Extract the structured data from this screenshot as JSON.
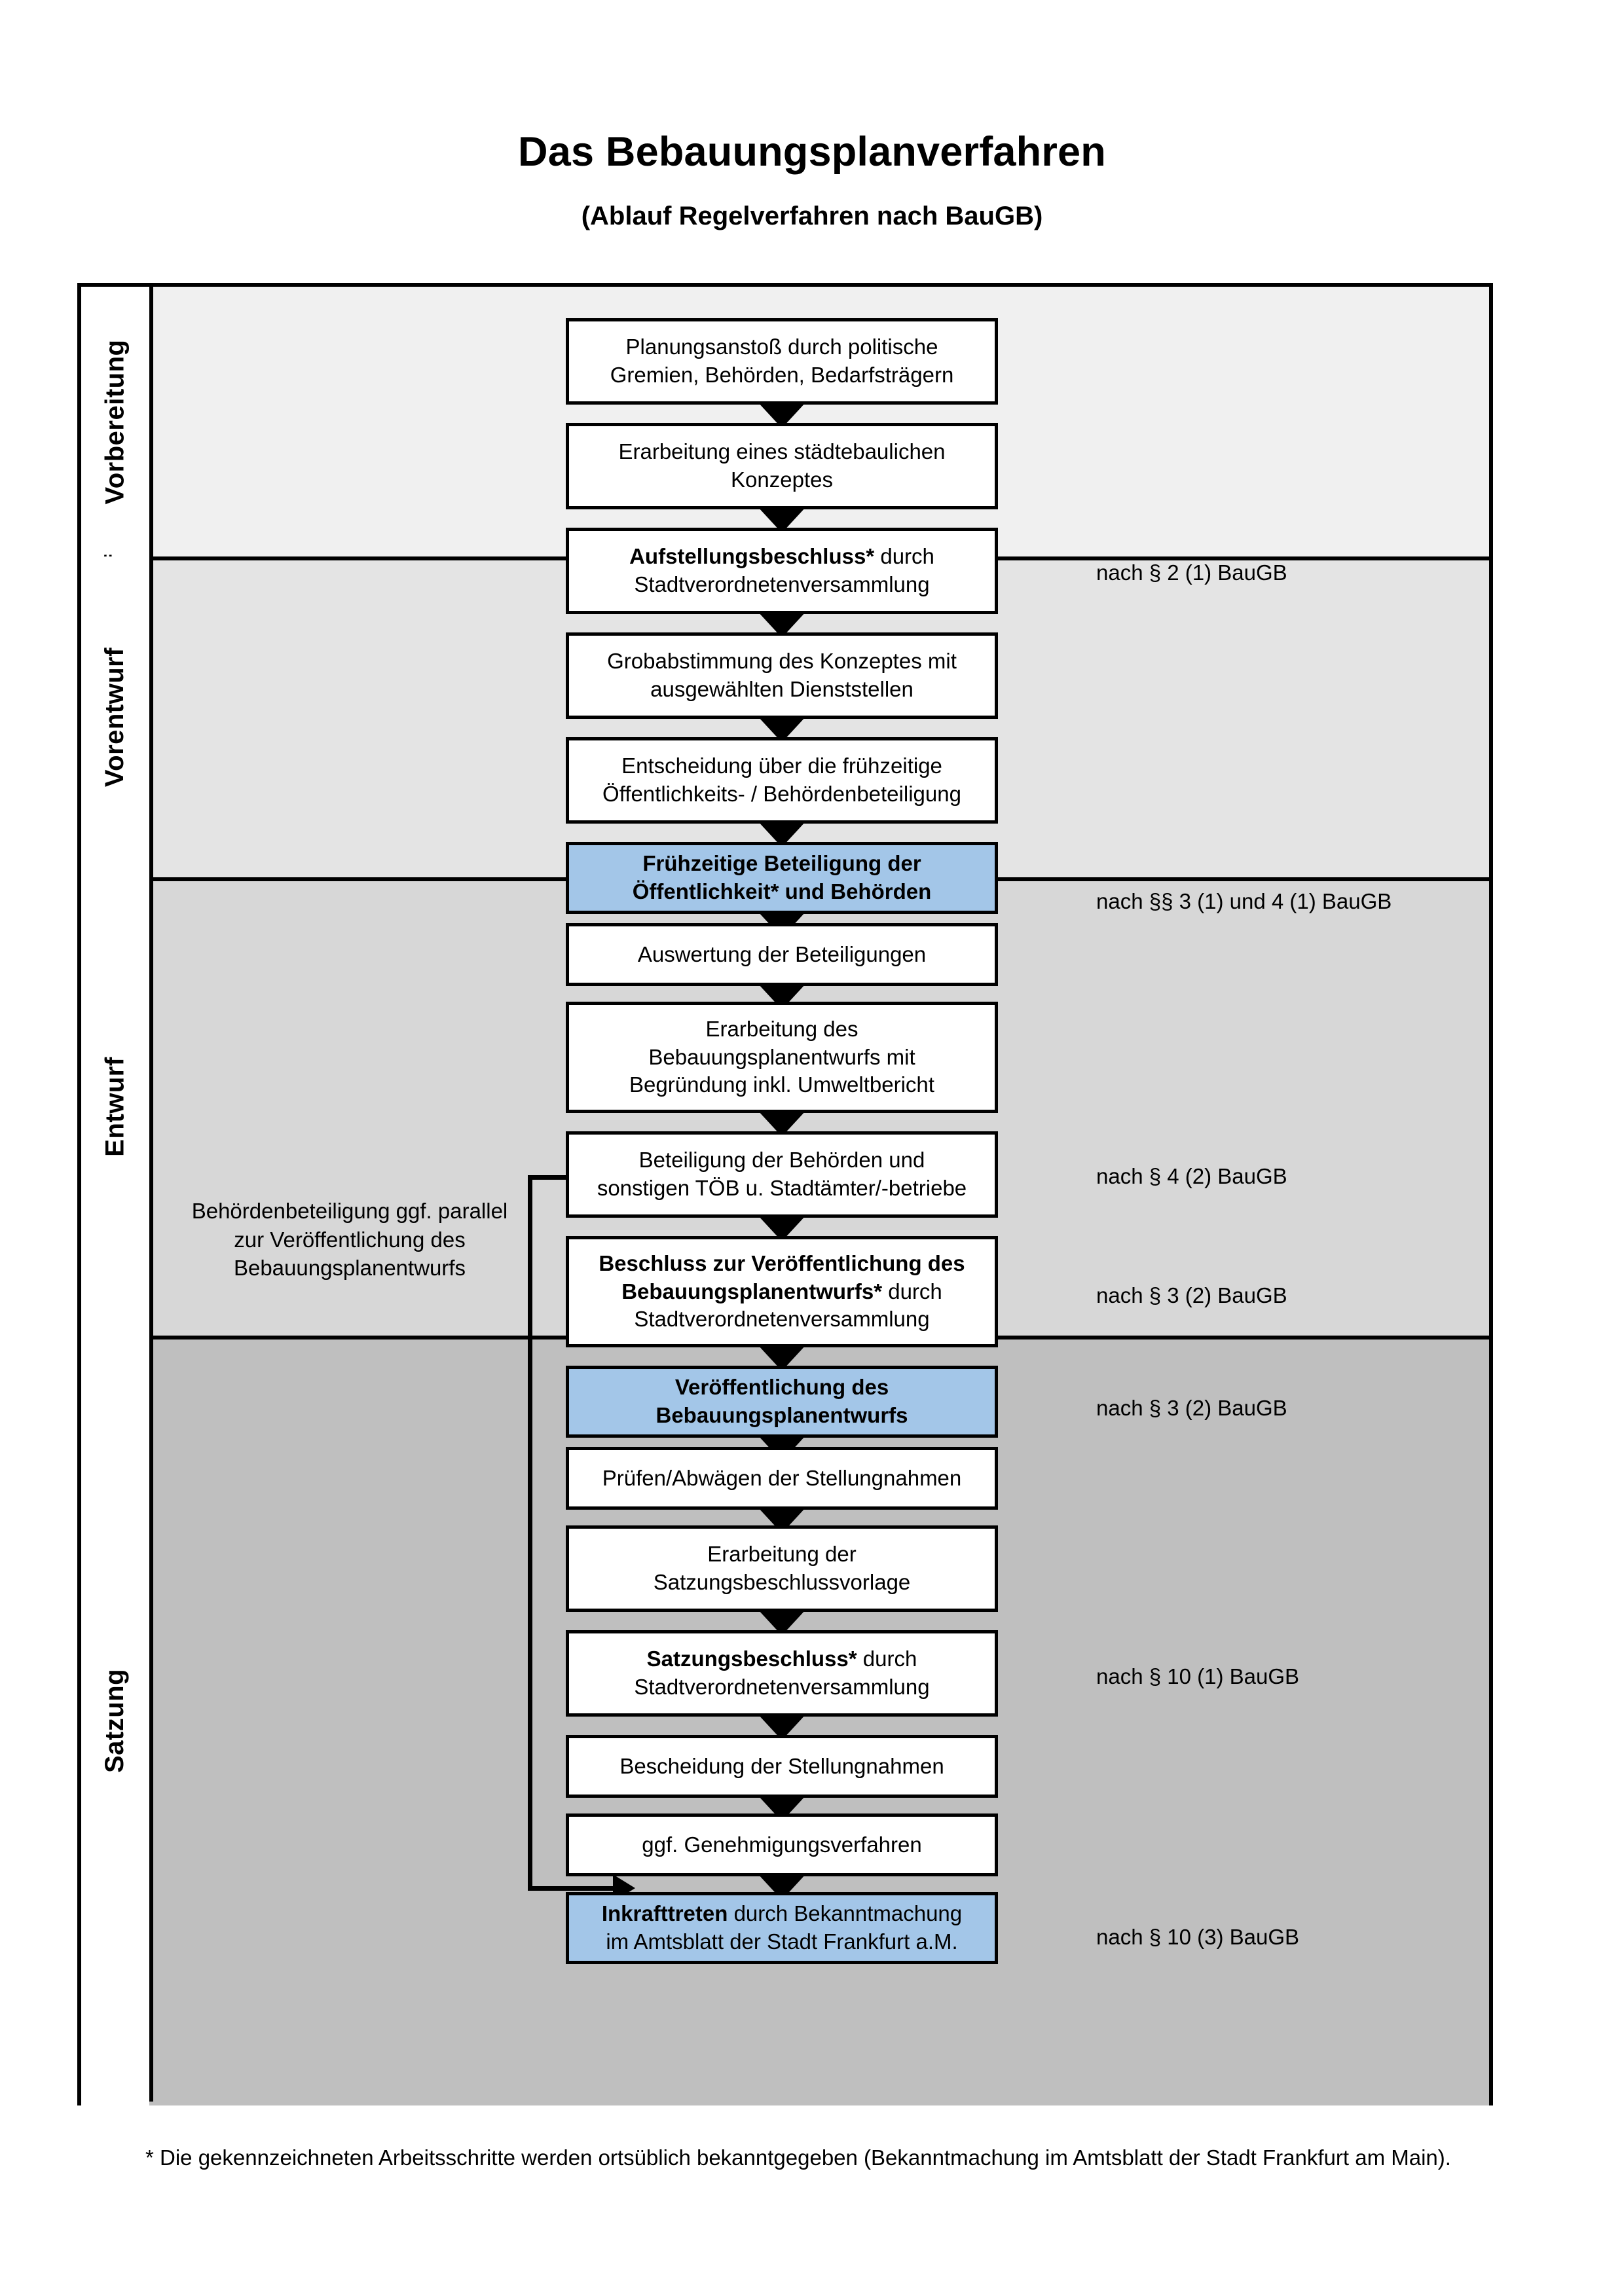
{
  "header": {
    "title": "Das Bebauungsplanverfahren",
    "subtitle": "(Ablauf Regelverfahren nach BauGB)"
  },
  "colors": {
    "highlight_blue": "#a3c6e8",
    "phase_1_bg": "#f0f0f0",
    "phase_2_bg": "#e4e4e4",
    "phase_3_bg": "#d7d7d7",
    "phase_4_bg": "#bfbfbf",
    "outline": "#000000"
  },
  "phases": [
    {
      "id": "vorbereitung",
      "label": "Vorbereitung"
    },
    {
      "id": "vorentwurf",
      "label": "Vorentwurf"
    },
    {
      "id": "entwurf",
      "label": "Entwurf"
    },
    {
      "id": "satzung",
      "label": "Satzung"
    }
  ],
  "steps": [
    {
      "id": "planungsanstoss",
      "phase": "vorbereitung",
      "highlight": false,
      "lines": [
        {
          "text": "Planungsanstoß durch politische",
          "bold": false
        },
        {
          "text": "Gremien, Behörden, Bedarfsträgern",
          "bold": false
        }
      ]
    },
    {
      "id": "staedtebauliches-konzept",
      "phase": "vorbereitung",
      "highlight": false,
      "lines": [
        {
          "text": "Erarbeitung eines städtebaulichen",
          "bold": false
        },
        {
          "text": "Konzeptes",
          "bold": false
        }
      ]
    },
    {
      "id": "aufstellungsbeschluss",
      "phase": "vorbereitung",
      "highlight": false,
      "lines": [
        {
          "text": "Aufstellungsbeschluss*",
          "bold": true,
          "suffix": " durch"
        },
        {
          "text": "Stadtverordnetenversammlung",
          "bold": false
        }
      ]
    },
    {
      "id": "grobabstimmung",
      "phase": "vorentwurf",
      "highlight": false,
      "lines": [
        {
          "text": "Grobabstimmung des Konzeptes mit",
          "bold": false
        },
        {
          "text": "ausgewählten Dienststellen",
          "bold": false
        }
      ]
    },
    {
      "id": "entscheidung-fruehzeitige",
      "phase": "vorentwurf",
      "highlight": false,
      "lines": [
        {
          "text": "Entscheidung über die frühzeitige",
          "bold": false
        },
        {
          "text": "Öffentlichkeits- / Behördenbeteiligung",
          "bold": false
        }
      ]
    },
    {
      "id": "fruehzeitige-beteiligung",
      "phase": "vorentwurf",
      "highlight": true,
      "lines": [
        {
          "text": "Frühzeitige Beteiligung der",
          "bold": true
        },
        {
          "text": "Öffentlichkeit* und Behörden",
          "bold": true
        }
      ]
    },
    {
      "id": "auswertung",
      "phase": "entwurf",
      "highlight": false,
      "lines": [
        {
          "text": "Auswertung der Beteiligungen",
          "bold": false
        }
      ]
    },
    {
      "id": "erarbeitung-entwurf",
      "phase": "entwurf",
      "highlight": false,
      "lines": [
        {
          "text": "Erarbeitung des",
          "bold": false
        },
        {
          "text": "Bebauungsplanentwurfs mit",
          "bold": false
        },
        {
          "text": "Begründung inkl. Umweltbericht",
          "bold": false
        }
      ]
    },
    {
      "id": "beteiligung-behoerden",
      "phase": "entwurf",
      "highlight": false,
      "lines": [
        {
          "text": "Beteiligung der Behörden und",
          "bold": false
        },
        {
          "text": "sonstigen TÖB u. Stadtämter/-betriebe",
          "bold": false
        }
      ]
    },
    {
      "id": "beschluss-veroeffentlichung",
      "phase": "entwurf",
      "highlight": false,
      "lines": [
        {
          "text": "Beschluss zur Veröffentlichung des",
          "bold": true
        },
        {
          "text": "Bebauungsplanentwurfs*",
          "bold": true,
          "suffix": " durch"
        },
        {
          "text": "Stadtverordnetenversammlung",
          "bold": false
        }
      ]
    },
    {
      "id": "veroeffentlichung",
      "phase": "entwurf",
      "highlight": true,
      "lines": [
        {
          "text": "Veröffentlichung des",
          "bold": true
        },
        {
          "text": "Bebauungsplanentwurfs",
          "bold": true
        }
      ]
    },
    {
      "id": "pruefen-abwaegen",
      "phase": "satzung",
      "highlight": false,
      "lines": [
        {
          "text": "Prüfen/Abwägen der Stellungnahmen",
          "bold": false
        }
      ]
    },
    {
      "id": "satzungsbeschlussvorlage",
      "phase": "satzung",
      "highlight": false,
      "lines": [
        {
          "text": "Erarbeitung der",
          "bold": false
        },
        {
          "text": "Satzungsbeschlussvorlage",
          "bold": false
        }
      ]
    },
    {
      "id": "satzungsbeschluss",
      "phase": "satzung",
      "highlight": false,
      "lines": [
        {
          "text": "Satzungsbeschluss*",
          "bold": true,
          "suffix": " durch"
        },
        {
          "text": "Stadtverordnetenversammlung",
          "bold": false
        }
      ]
    },
    {
      "id": "bescheidung",
      "phase": "satzung",
      "highlight": false,
      "lines": [
        {
          "text": "Bescheidung der Stellungnahmen",
          "bold": false
        }
      ]
    },
    {
      "id": "genehmigungsverfahren",
      "phase": "satzung",
      "highlight": false,
      "lines": [
        {
          "text": "ggf. Genehmigungsverfahren",
          "bold": false
        }
      ]
    },
    {
      "id": "inkrafttreten",
      "phase": "satzung",
      "highlight": true,
      "lines": [
        {
          "text": "Inkrafttreten",
          "bold": true,
          "suffix": " durch Bekanntmachung"
        },
        {
          "text": "im Amtsblatt der Stadt Frankfurt a.M.",
          "bold": false
        }
      ]
    }
  ],
  "law_references": [
    {
      "id": "ref-par2-1",
      "text": "nach § 2 (1) BauGB"
    },
    {
      "id": "ref-par3-1-4-1",
      "text": "nach §§ 3 (1) und 4 (1) BauGB"
    },
    {
      "id": "ref-par4-2",
      "text": "nach § 4 (2) BauGB"
    },
    {
      "id": "ref-par3-2-a",
      "text": "nach § 3 (2) BauGB"
    },
    {
      "id": "ref-par3-2-b",
      "text": "nach § 3 (2) BauGB"
    },
    {
      "id": "ref-par10-1",
      "text": "nach § 10 (1) BauGB"
    },
    {
      "id": "ref-par10-3",
      "text": "nach § 10 (3) BauGB"
    }
  ],
  "side_note": {
    "lines": [
      "Behördenbeteiligung",
      "ggf. parallel zur",
      "Veröffentlichung des",
      "Bebauungsplanentwurfs"
    ]
  },
  "footnote": {
    "text": "* Die gekennzeichneten Arbeitsschritte werden ortsüblich bekanntgegeben (Bekanntmachung im Amtsblatt  der Stadt Frankfurt am Main)."
  }
}
